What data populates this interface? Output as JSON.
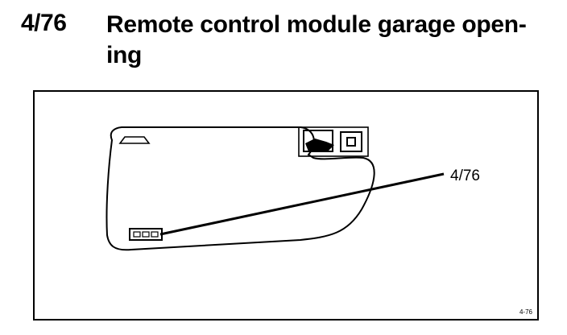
{
  "heading": {
    "code": "4/76",
    "title_line1": "Remote control module garage open-",
    "title_line2": "ing"
  },
  "figure": {
    "callout_label": "4/76",
    "figure_id": "4-76"
  }
}
